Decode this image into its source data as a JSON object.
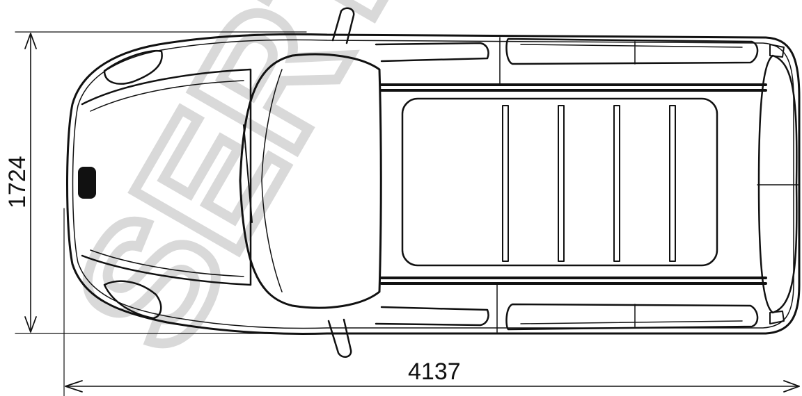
{
  "drawing": {
    "width_dimension": "4137",
    "height_dimension": "1724",
    "watermark": "SERT"
  },
  "colors": {
    "line": "#111111",
    "watermark": "#d9d9d9",
    "background": "#ffffff"
  }
}
